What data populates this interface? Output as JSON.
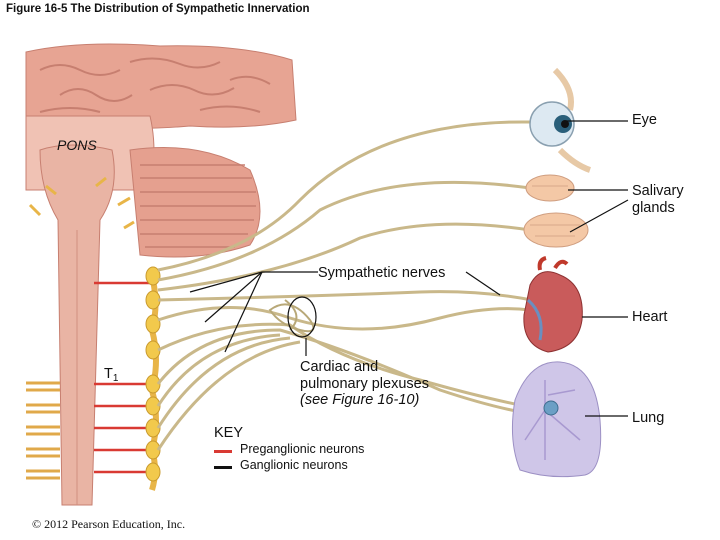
{
  "figure_title": "Figure 16-5 The Distribution of Sympathetic Innervation",
  "labels": {
    "pons": "PONS",
    "eye": "Eye",
    "salivary_line1": "Salivary",
    "salivary_line2": "glands",
    "sympathetic_nerves": "Sympathetic nerves",
    "heart": "Heart",
    "plexuses_line1": "Cardiac and",
    "plexuses_line2": "pulmonary plexuses",
    "plexuses_line3": "(see Figure 16-10)",
    "t1_letter": "T",
    "t1_sub": "1",
    "lung": "Lung"
  },
  "key": {
    "title": "KEY",
    "preganglionic": "Preganglionic neurons",
    "ganglionic": "Ganglionic neurons"
  },
  "colors": {
    "preganglionic": "#d93a33",
    "ganglionic": "#111111",
    "nerve": "#c9b88a",
    "ganglion": "#f2c94c",
    "brain": "#e8a898",
    "spinal_cord": "#e9b4a4"
  },
  "copyright": "© 2012 Pearson Education, Inc."
}
